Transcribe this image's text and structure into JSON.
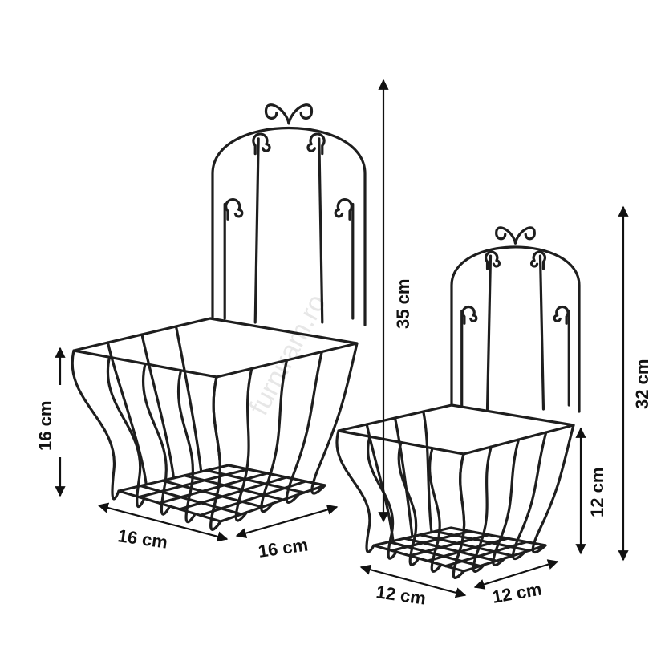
{
  "watermark": "furniram.ro",
  "large_basket": {
    "height_total": "35 cm",
    "basket_height": "16 cm",
    "width": "16 cm",
    "depth": "16 cm"
  },
  "small_basket": {
    "height_total": "32 cm",
    "basket_height": "12 cm",
    "width": "12 cm",
    "depth": "12 cm"
  }
}
